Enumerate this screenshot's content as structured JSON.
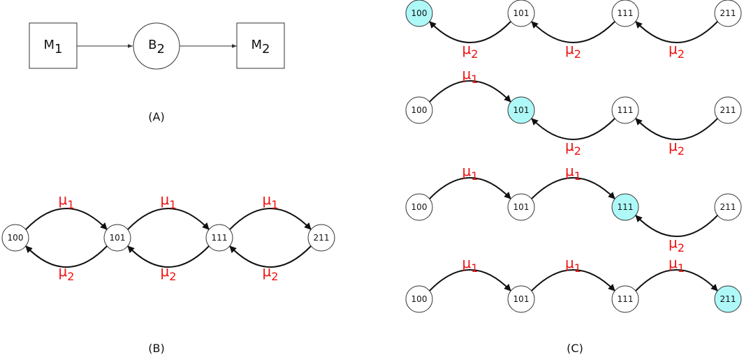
{
  "colors": {
    "highlight": "#aef8f8",
    "node": "#ffffff",
    "rate": "#ee1111",
    "stroke": "#333333"
  },
  "panel_a": {
    "caption": "(A)",
    "m1_base": "M",
    "m1_sub": "1",
    "b2_base": "B",
    "b2_sub": "2",
    "m2_base": "M",
    "m2_sub": "2"
  },
  "panel_b": {
    "caption": "(B)",
    "states": [
      "100",
      "101",
      "111",
      "211"
    ],
    "rate_fwd": {
      "base": "μ",
      "sub": "1"
    },
    "rate_back": {
      "base": "μ",
      "sub": "2"
    }
  },
  "panel_c": {
    "caption": "(C)",
    "states": [
      "100",
      "101",
      "111",
      "211"
    ],
    "rows": [
      {
        "highlight": 0
      },
      {
        "highlight": 1
      },
      {
        "highlight": 2
      },
      {
        "highlight": 3
      }
    ],
    "rate_fwd": {
      "base": "μ",
      "sub": "1"
    },
    "rate_back": {
      "base": "μ",
      "sub": "2"
    }
  }
}
